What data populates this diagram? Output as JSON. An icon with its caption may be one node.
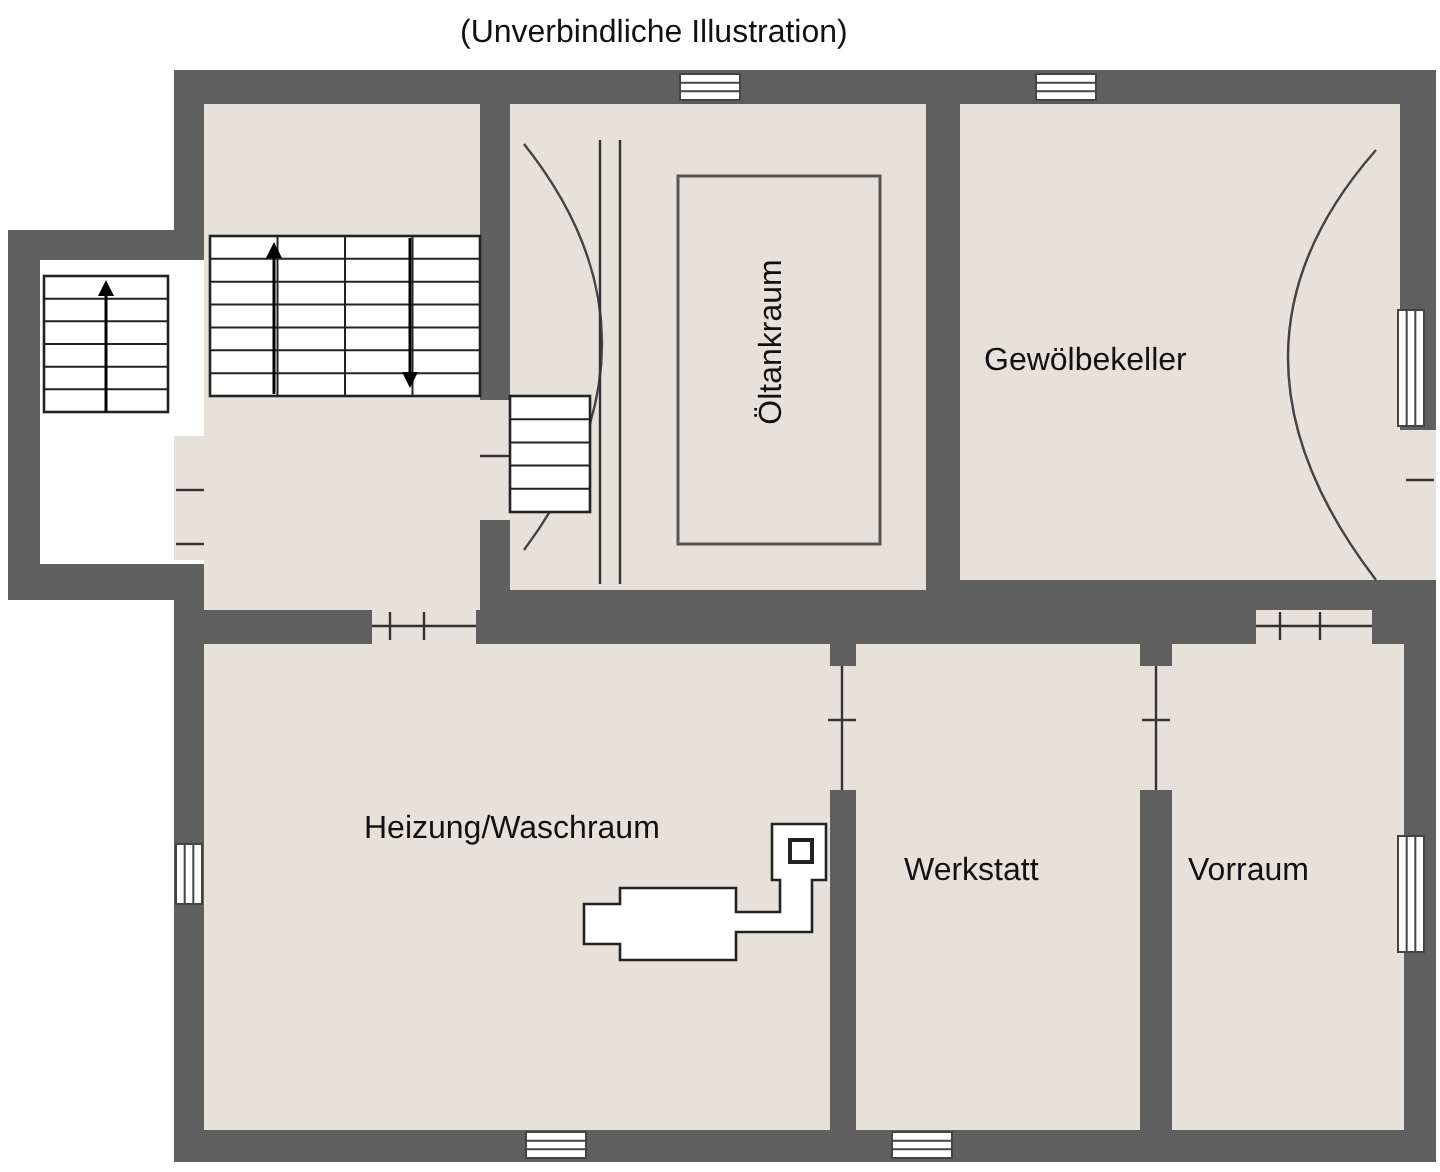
{
  "diagram": {
    "title": "(Unverbindliche Illustration)",
    "nodes": [
      {
        "text": [
          "Öltankraum"
        ]
      },
      {
        "text": [
          "Gewölbekeller"
        ]
      },
      {
        "text": [
          "Heizung/Waschraum"
        ]
      },
      {
        "text": [
          "Werkstatt"
        ]
      },
      {
        "text": [
          "Vorraum"
        ]
      }
    ]
  }
}
